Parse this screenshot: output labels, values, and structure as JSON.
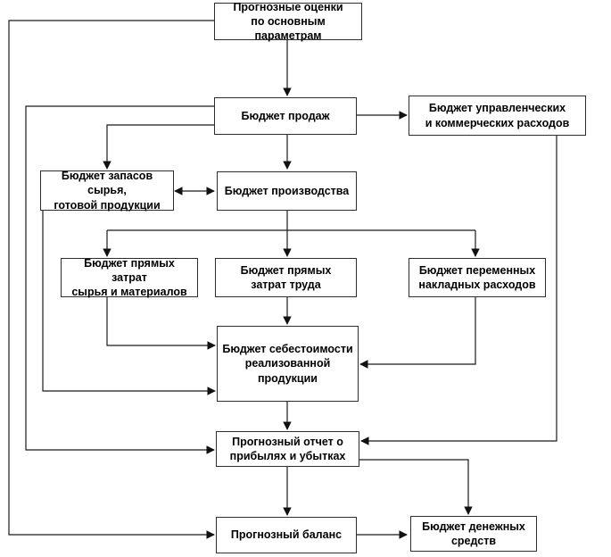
{
  "diagram": {
    "language": "ru",
    "type": "flowchart",
    "nodes": {
      "forecast": {
        "label": "Прогнозные оценки\nпо основным параметрам"
      },
      "sales": {
        "label": "Бюджет продаж"
      },
      "admin": {
        "label": "Бюджет управленческих\nи коммерческих расходов"
      },
      "inventory": {
        "label": "Бюджет запасов сырья,\nготовой продукции"
      },
      "production": {
        "label": "Бюджет производства"
      },
      "materials": {
        "label": "Бюджет прямых затрат\nсырья и материалов"
      },
      "labor": {
        "label": "Бюджет прямых\nзатрат труда"
      },
      "overhead": {
        "label": "Бюджет переменных\nнакладных расходов"
      },
      "cogs": {
        "label": "Бюджет себестоимости\nреализованной продукции"
      },
      "pnl": {
        "label": "Прогнозный отчет о\nприбылях и убытках"
      },
      "balance": {
        "label": "Прогнозный баланс"
      },
      "cash": {
        "label": "Бюджет денежных\nсредств"
      }
    },
    "edges": [
      {
        "from": "forecast",
        "to": "sales"
      },
      {
        "from": "forecast",
        "to": "balance"
      },
      {
        "from": "sales",
        "to": "admin"
      },
      {
        "from": "sales",
        "to": "inventory"
      },
      {
        "from": "sales",
        "to": "production"
      },
      {
        "from": "inventory",
        "to": "production",
        "bidirectional": true
      },
      {
        "from": "production",
        "to": "materials"
      },
      {
        "from": "production",
        "to": "labor"
      },
      {
        "from": "production",
        "to": "overhead"
      },
      {
        "from": "materials",
        "to": "cogs"
      },
      {
        "from": "labor",
        "to": "cogs"
      },
      {
        "from": "overhead",
        "to": "cogs"
      },
      {
        "from": "inventory",
        "to": "cogs"
      },
      {
        "from": "cogs",
        "to": "pnl"
      },
      {
        "from": "admin",
        "to": "pnl"
      },
      {
        "from": "sales",
        "to": "pnl"
      },
      {
        "from": "pnl",
        "to": "cash"
      },
      {
        "from": "pnl",
        "to": "balance"
      },
      {
        "from": "balance",
        "to": "cash"
      }
    ],
    "colors": {
      "line": "#1a1a1a",
      "box_border": "#2e2e2e",
      "box_fill": "#ffffff",
      "text": "#000000",
      "background": "#ffffff"
    }
  }
}
